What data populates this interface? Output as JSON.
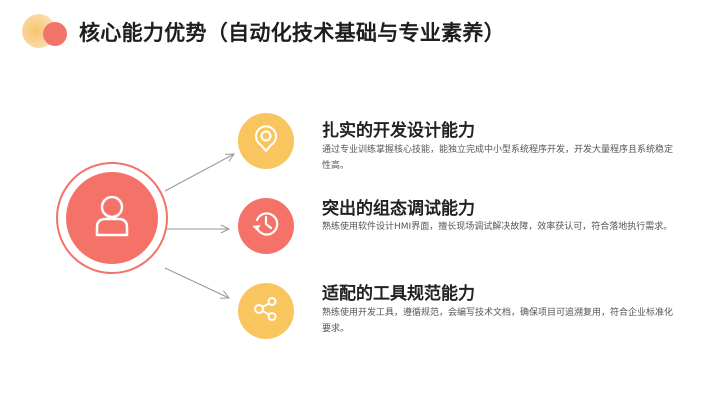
{
  "header": {
    "title": "核心能力优势（自动化技术基础与专业素养）"
  },
  "colors": {
    "accent_red": "#f47268",
    "accent_yellow": "#f8c55e",
    "connector_gray": "#999999"
  },
  "center": {
    "icon": "user-icon"
  },
  "items": [
    {
      "icon": "location-pin-icon",
      "title": "扎实的开发设计能力",
      "description": "通过专业训练掌握核心技能，能独立完成中小型系统程序开发，开发大量程序且系统稳定性高。"
    },
    {
      "icon": "history-clock-icon",
      "title": "突出的组态调试能力",
      "description": "熟练使用软件设计HMI界面，擅长现场调试解决故障，效率获认可，符合落地执行需求。"
    },
    {
      "icon": "share-icon",
      "title": "适配的工具规范能力",
      "description": "熟练使用开发工具，遵循规范，会编写技术文档，确保项目可追溯复用，符合企业标准化要求。"
    }
  ]
}
